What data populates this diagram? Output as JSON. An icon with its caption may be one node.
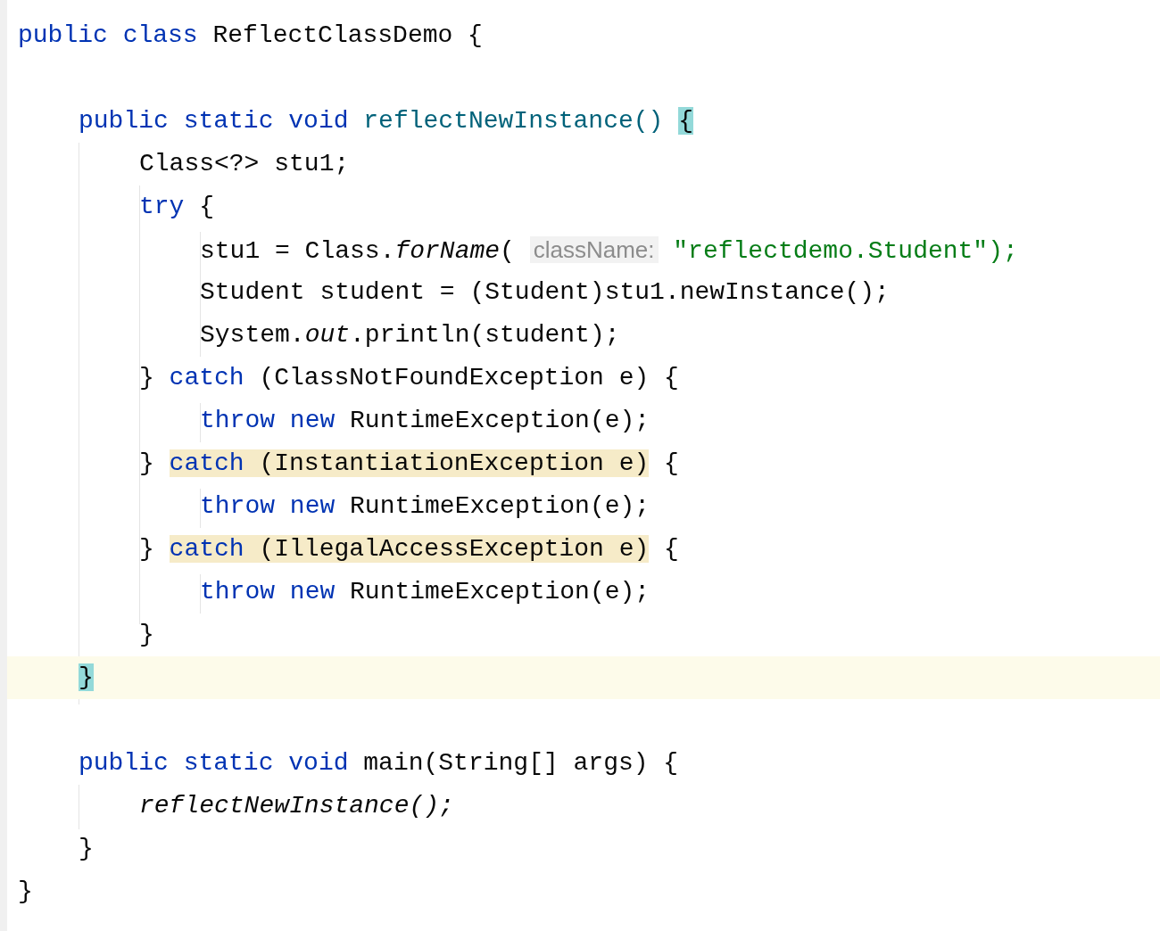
{
  "diagram": {
    "labels": [
      "public class ReflectClassDemo {",
      "public static void reflectNewInstance() {",
      "Class<?> stu1;",
      "try {",
      "stu1 = Class.*forName*( className: \"reflectdemo.Student\");",
      "Student student = (Student)stu1.newInstance();",
      "System.*out*.println(student);",
      "} catch (ClassNotFoundException e) {",
      "throw new RuntimeException(e);",
      "} catch (InstantiationException e) {",
      "throw new RuntimeException(e);",
      "} catch (IllegalAccessException e) {",
      "throw new RuntimeException(e);",
      "}",
      "}",
      "public static void main(String[] args) {",
      "reflectNewInstance();",
      "}",
      "}"
    ]
  }
}
